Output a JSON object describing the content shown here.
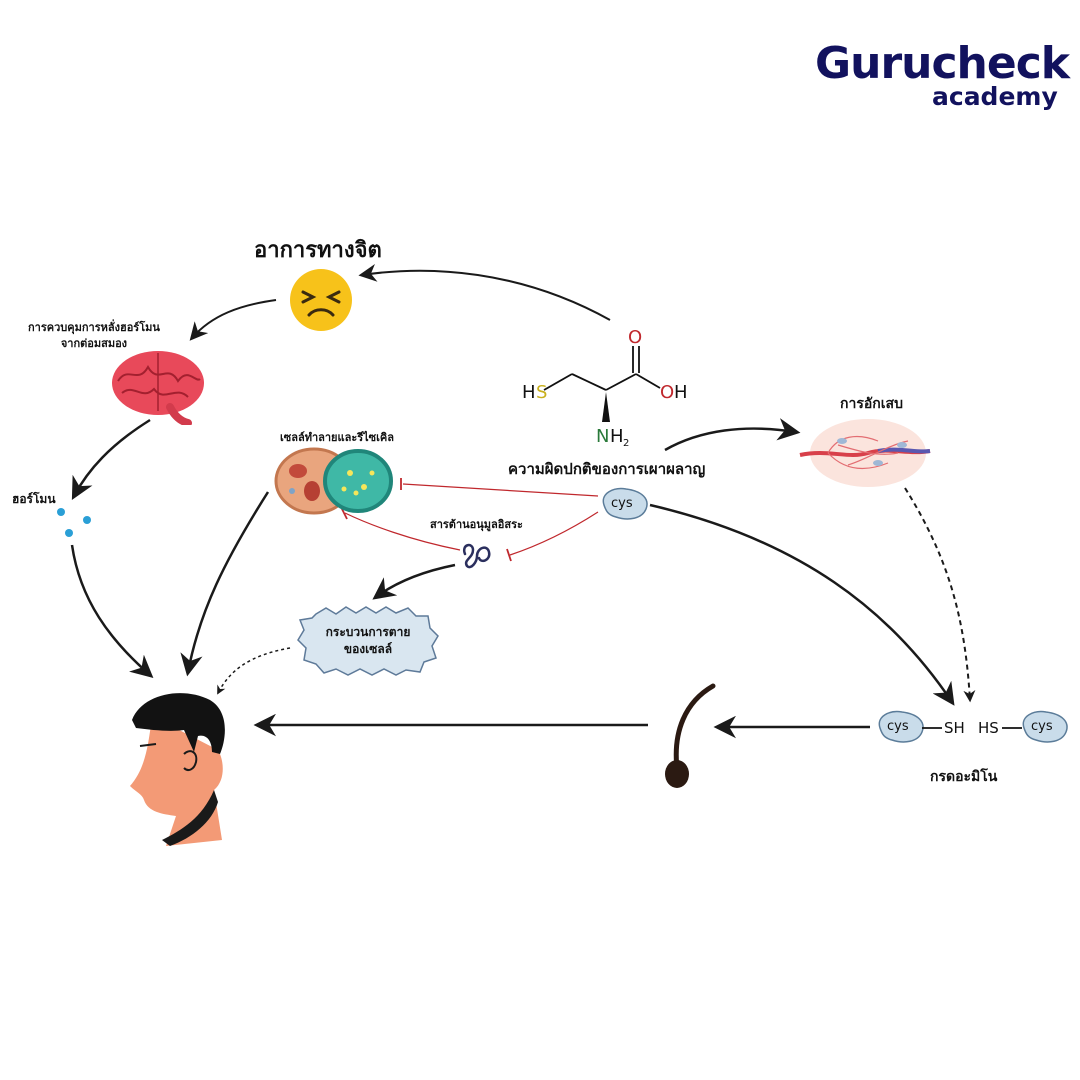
{
  "brand": {
    "name": "Gurucheck",
    "sub": "academy",
    "color": "#12125e"
  },
  "labels": {
    "mental_symptoms": "อาการทางจิต",
    "hormone_control": "การควบคุมการหลั่งฮอร์โมน",
    "hormone_control_2": "จากต่อมสมอง",
    "hormone": "ฮอร์โมน",
    "cell_recycle": "เซลล์ทำลายและรีไซเคิล",
    "antioxidant": "สารต้านอนุมูลอิสระ",
    "cell_death": "กระบวนการตาย",
    "cell_death_2": "ของเซลล์",
    "metabolic_disorder": "ความผิดปกติของการเผาผลาญ",
    "inflammation": "การอักเสบ",
    "amino_acid": "กรดอะมิโน"
  },
  "molecule": {
    "hs": "HS",
    "o": "O",
    "oh": "OH",
    "n": "N",
    "h2": "H",
    "sub2": "2"
  },
  "cys": {
    "label": "cys",
    "sh": "SH",
    "hs": "HS"
  },
  "colors": {
    "arrow": "#1a1a1a",
    "inhibit": "#c0282d",
    "cys_fill": "#c9dcea",
    "cys_stroke": "#5b7c99"
  }
}
